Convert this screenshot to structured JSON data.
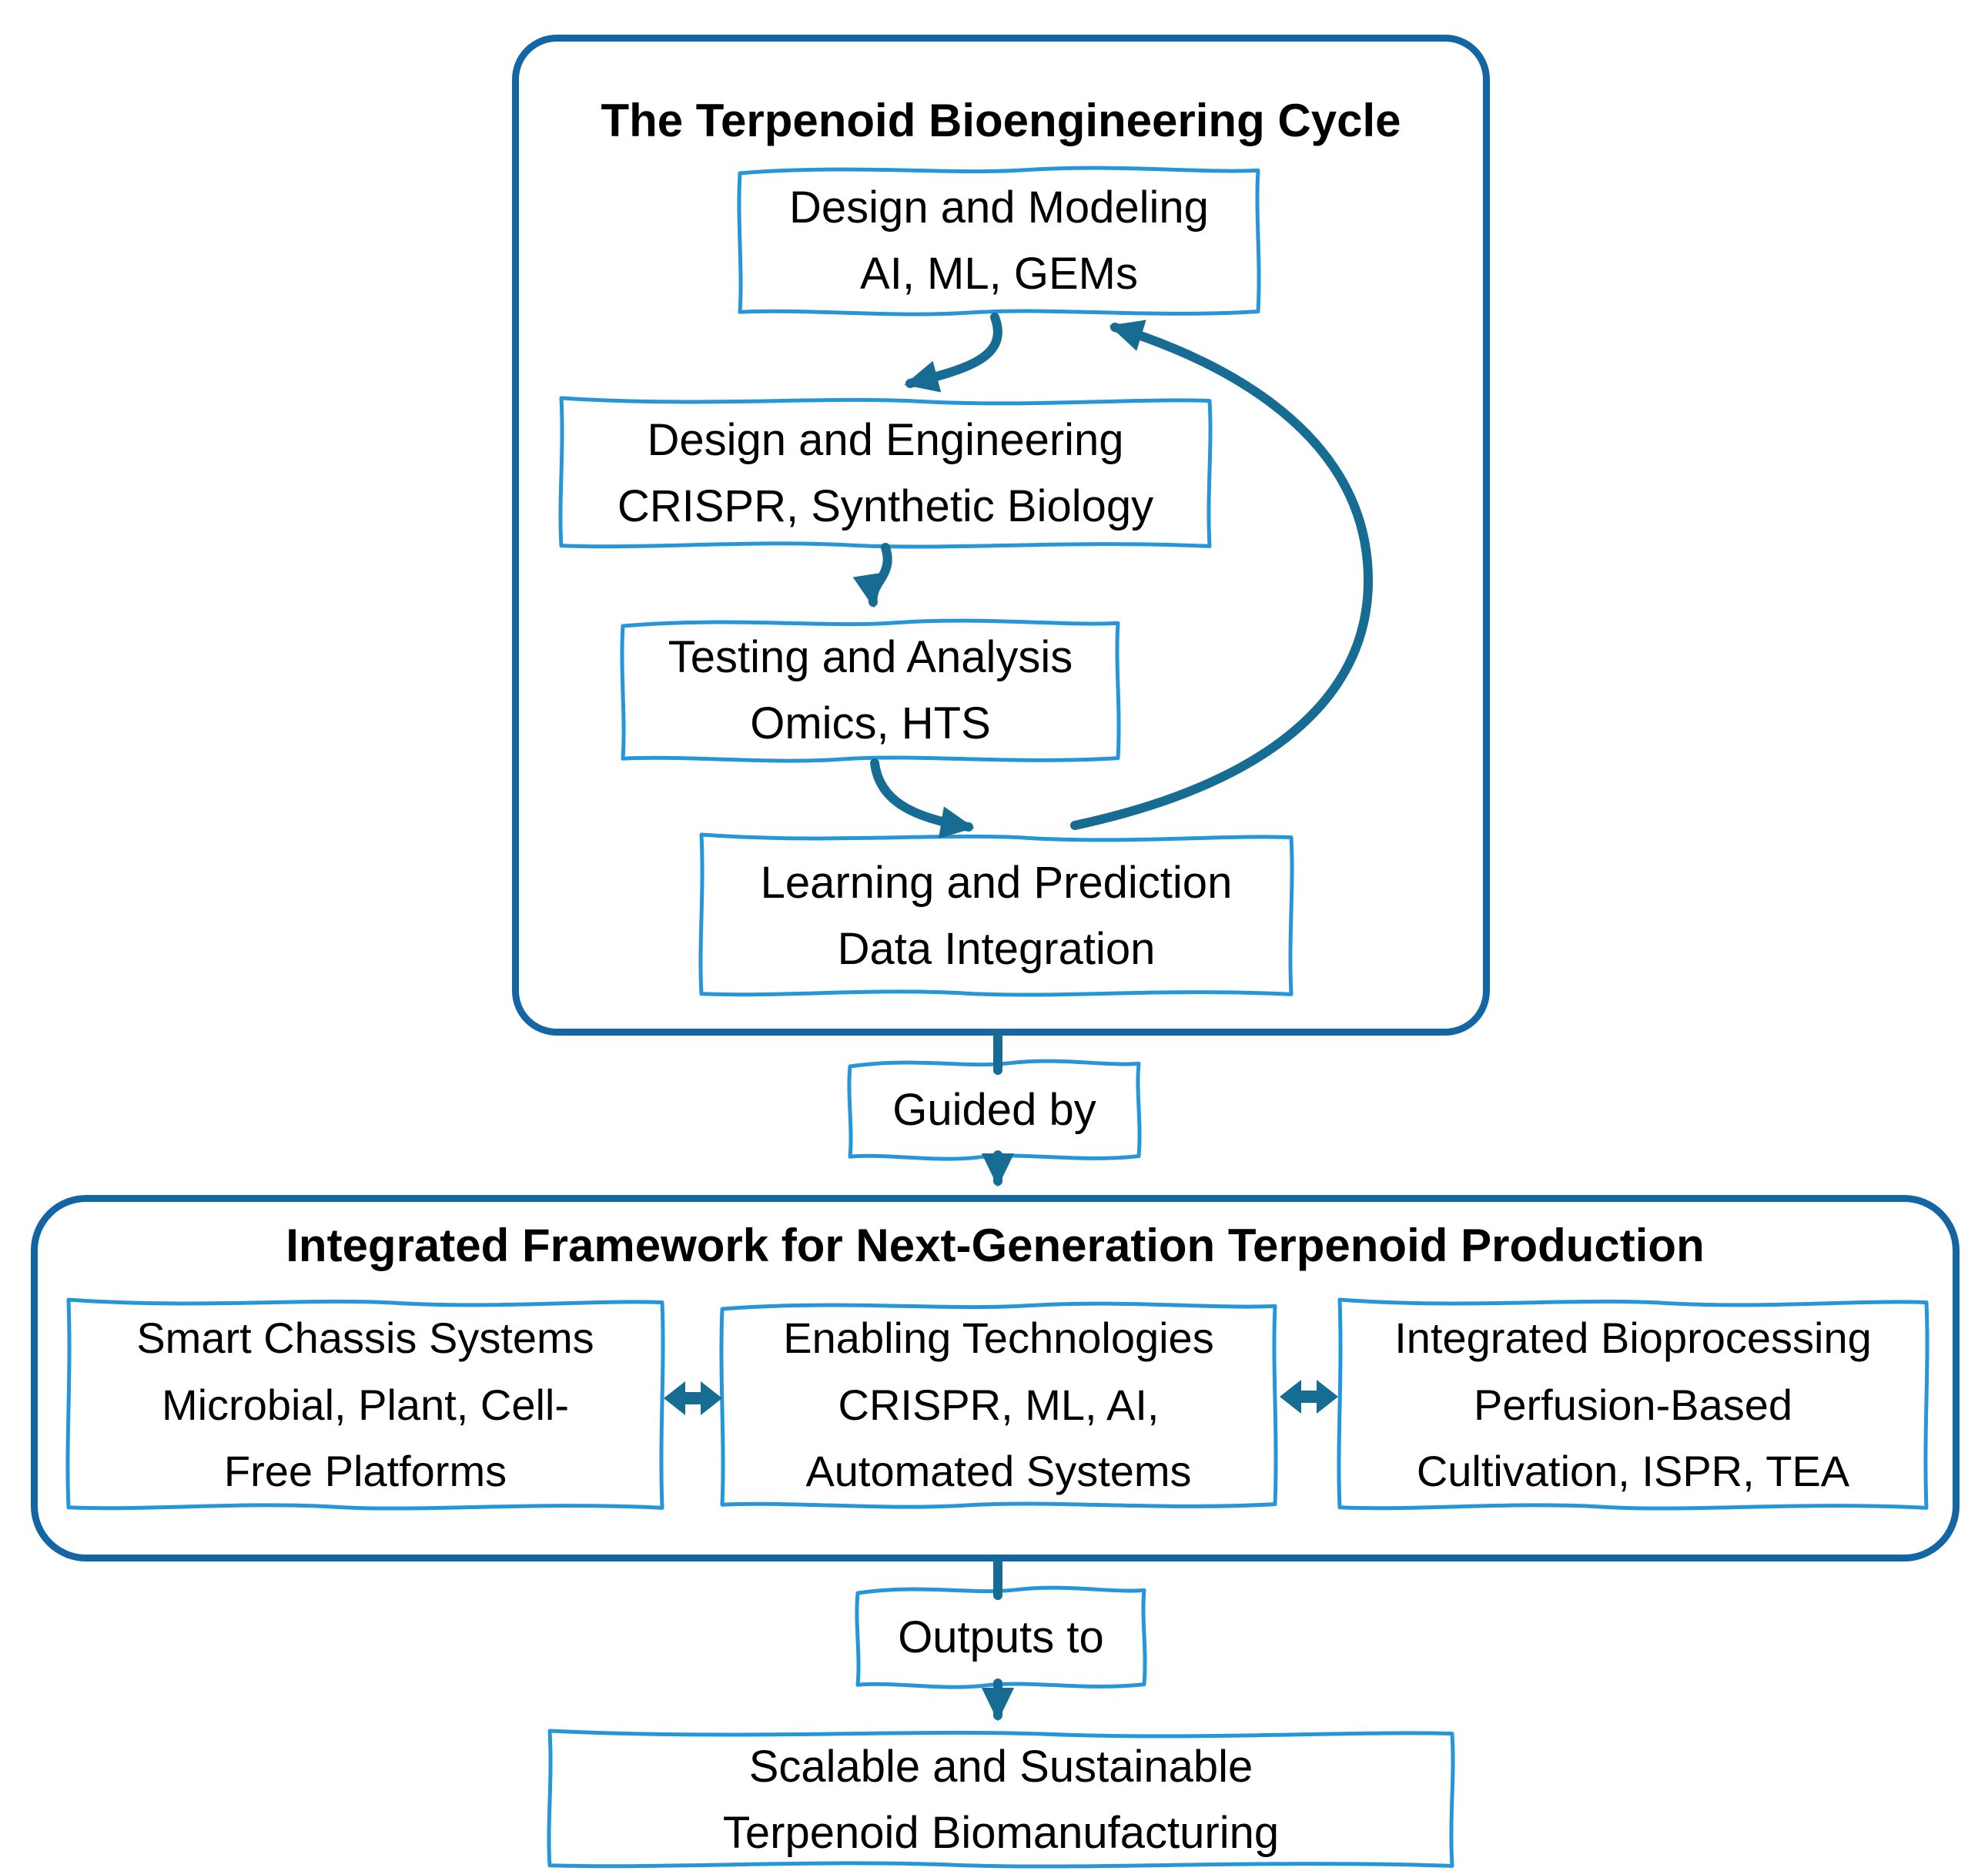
{
  "colors": {
    "frame-border": "#1365a4",
    "box-border": "#2596d9",
    "arrow": "#176c93",
    "text": "#000000",
    "background": "#ffffff"
  },
  "cycle": {
    "title": "The Terpenoid Bioengineering Cycle",
    "boxes": [
      {
        "lines": [
          "Design and Modeling",
          "AI, ML, GEMs"
        ]
      },
      {
        "lines": [
          "Design and Engineering",
          "CRISPR, Synthetic Biology"
        ]
      },
      {
        "lines": [
          "Testing and Analysis",
          "Omics, HTS"
        ]
      },
      {
        "lines": [
          "Learning and Prediction",
          "Data Integration"
        ]
      }
    ]
  },
  "connectors": {
    "guided": "Guided by",
    "outputs": "Outputs to"
  },
  "framework": {
    "title": "Integrated Framework for Next-Generation Terpenoid Production",
    "boxes": [
      {
        "lines": [
          "Smart Chassis Systems",
          "Microbial, Plant, Cell-",
          "Free Platforms"
        ]
      },
      {
        "lines": [
          "Enabling Technologies",
          "CRISPR, ML, AI,",
          "Automated Systems"
        ]
      },
      {
        "lines": [
          "Integrated Bioprocessing",
          "Perfusion-Based",
          "Cultivation, ISPR, TEA"
        ]
      }
    ]
  },
  "outcome": {
    "lines": [
      "Scalable and Sustainable",
      "Terpenoid Biomanufacturing"
    ]
  }
}
